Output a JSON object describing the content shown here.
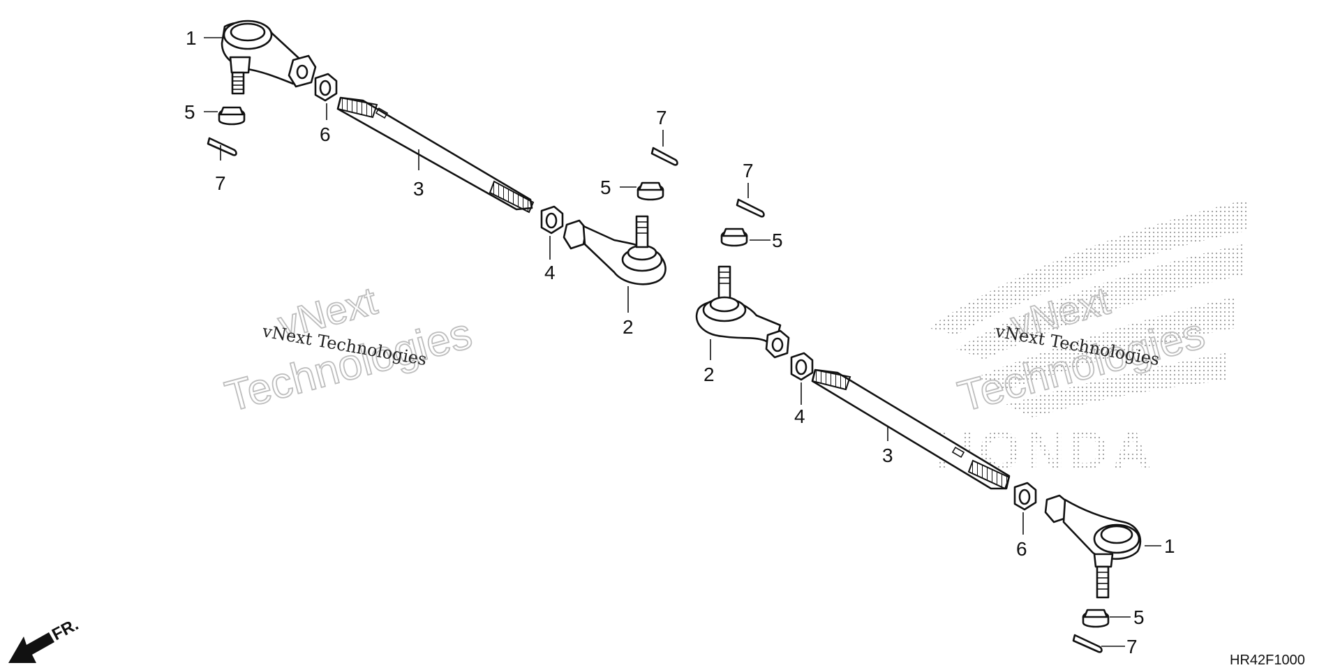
{
  "callouts": {
    "c1a": "1",
    "c1b": "1",
    "c2a": "2",
    "c2b": "2",
    "c3a": "3",
    "c3b": "3",
    "c4a": "4",
    "c4b": "4",
    "c5a": "5",
    "c5b": "5",
    "c5c": "5",
    "c5d": "5",
    "c6a": "6",
    "c6b": "6",
    "c7a": "7",
    "c7b": "7",
    "c7c": "7",
    "c7d": "7"
  },
  "watermark": {
    "line_a": "vNext Technologies",
    "outline_top": "vNext",
    "outline_bottom": "Technologies"
  },
  "brand_logo_text": "HONDA",
  "direction_label": "FR.",
  "drawing_code": "HR42F1000",
  "icons": {
    "front_arrow": "arrow-down-left-icon",
    "logo": "honda-wing-logo"
  }
}
